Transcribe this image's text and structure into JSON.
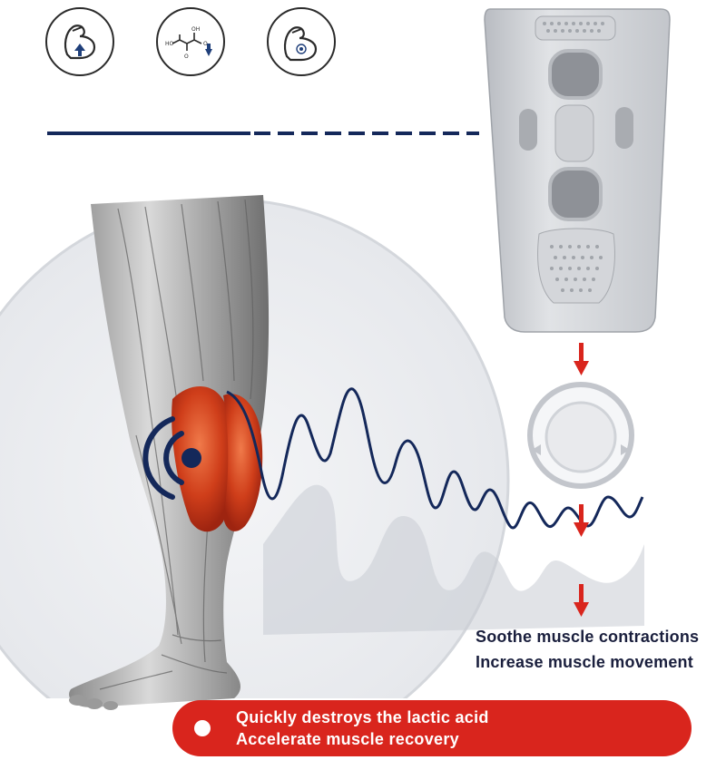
{
  "icons": [
    {
      "name": "flexed-arm-up-icon"
    },
    {
      "name": "lactic-acid-molecule-icon"
    },
    {
      "name": "arm-muscle-target-icon"
    }
  ],
  "features": {
    "line1": "Soothe muscle contractions",
    "line2": "Increase muscle movement"
  },
  "banner": {
    "line1": "Quickly destroys the lactic acid",
    "line2": "Accelerate muscle recovery"
  },
  "colors": {
    "navy": "#14285a",
    "red": "#d9251d",
    "muscle_red": "#c8401c",
    "device_gray": "#c9ccd1"
  }
}
